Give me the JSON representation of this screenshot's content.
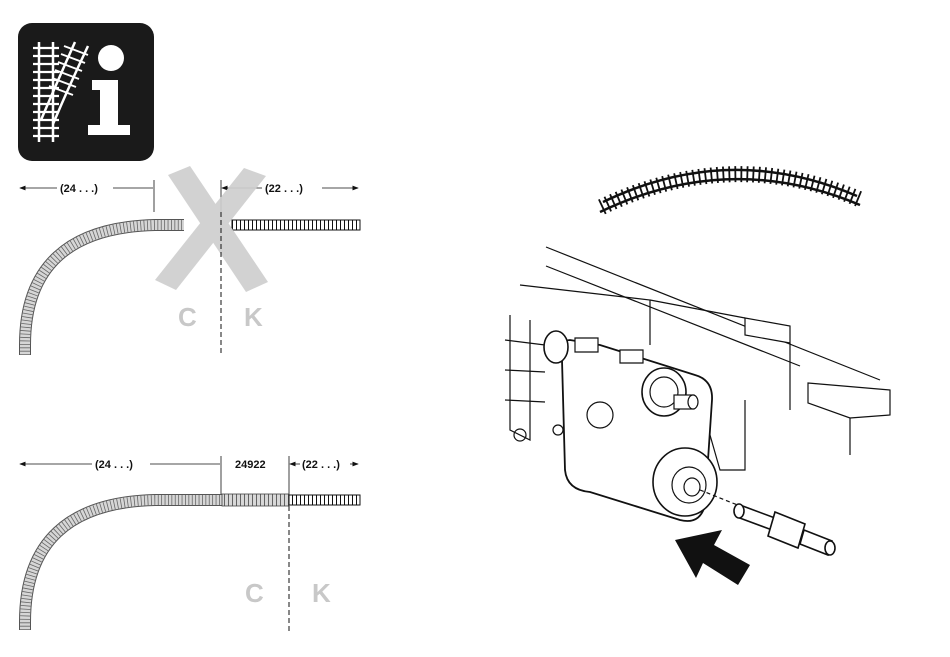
{
  "info_icon": {
    "letter": "i",
    "bg_color": "#1a1a1a",
    "fg_color": "#ffffff"
  },
  "top_diagram": {
    "left_dimension": "(24 . . .)",
    "right_dimension": "(22 . . .)",
    "system_left": "C",
    "system_right": "K",
    "cross_color": "#cfcfcf"
  },
  "bottom_diagram": {
    "left_dimension": "(24 . . .)",
    "adapter_part": "24922",
    "right_dimension": "(22 . . .)",
    "system_left": "C",
    "system_right": "K"
  },
  "colors": {
    "track_fill": "#d0d0d0",
    "line": "#111111",
    "label_grey": "#c8c8c8"
  }
}
